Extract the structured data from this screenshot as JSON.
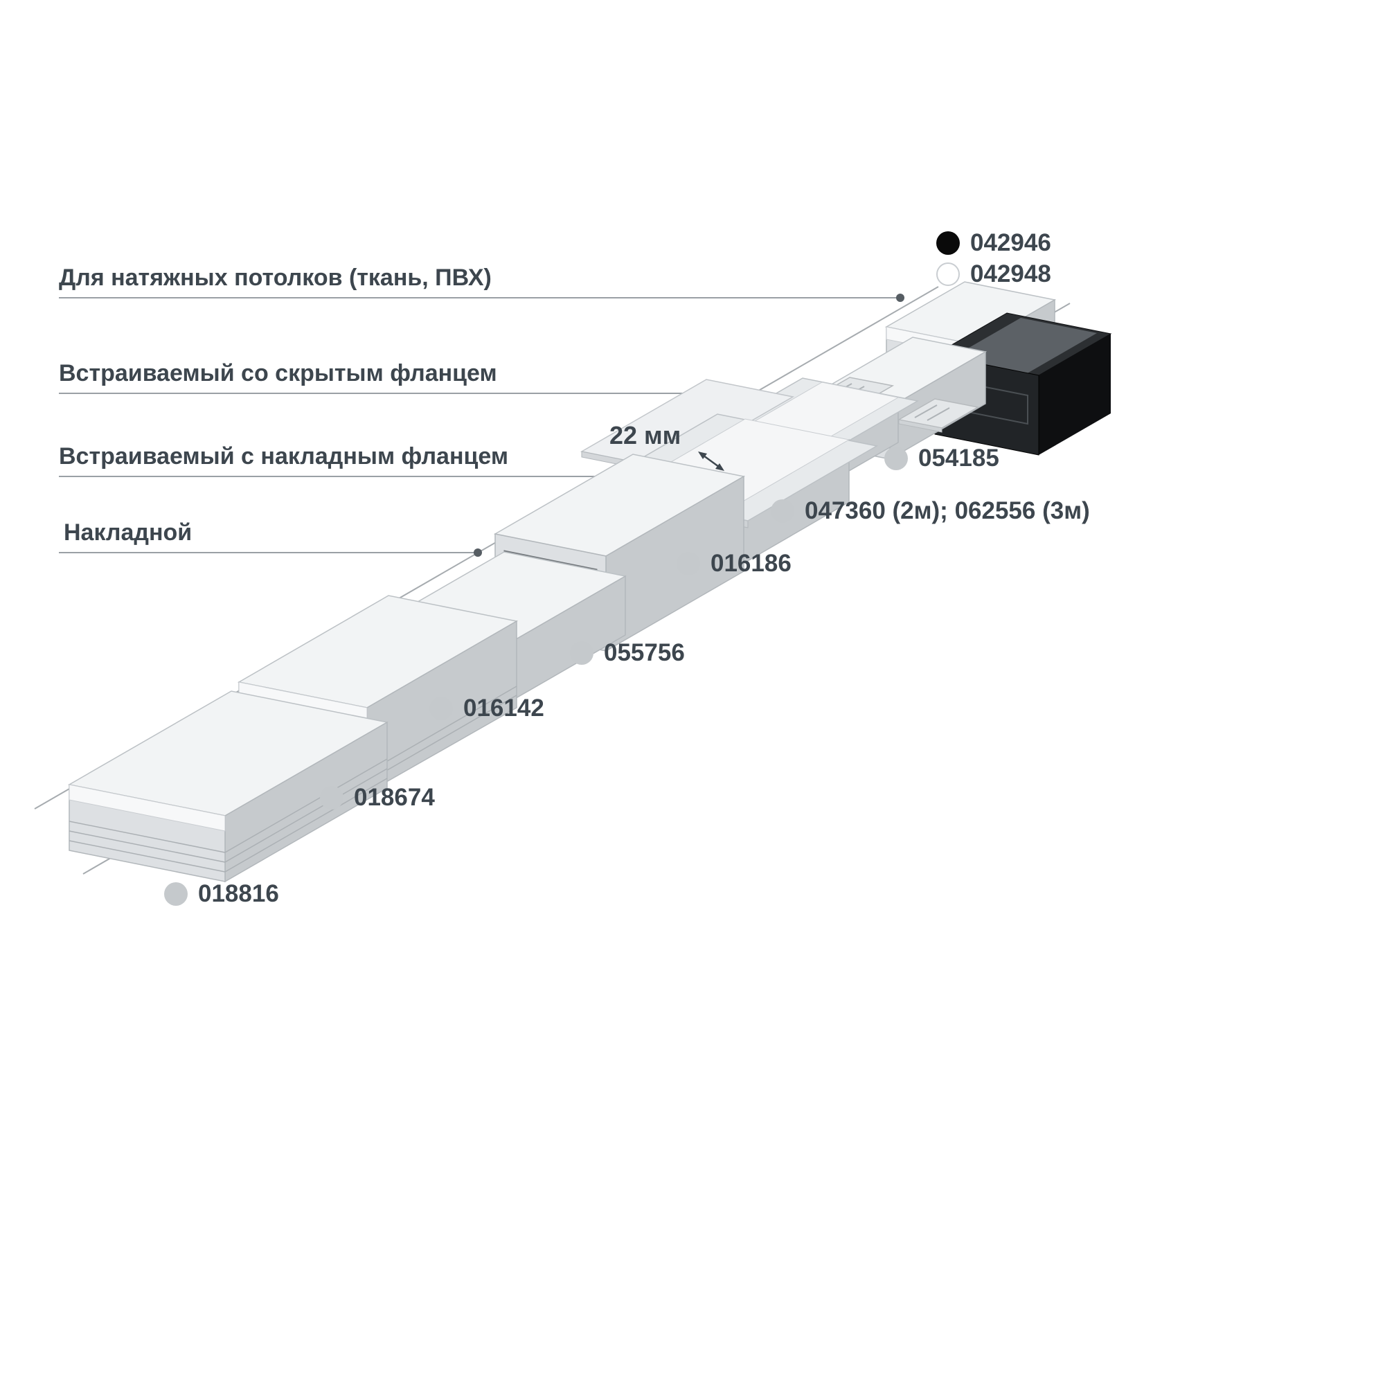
{
  "categories": [
    {
      "label": "Для натяжных потолков (ткань, ПВХ)"
    },
    {
      "label": "Встраиваемый со скрытым фланцем"
    },
    {
      "label": "Встраиваемый с накладным фланцем"
    },
    {
      "label": "Накладной"
    }
  ],
  "products": [
    {
      "code": "042946",
      "dot": "black"
    },
    {
      "code": "042948",
      "dot": "white"
    },
    {
      "code": "054185",
      "dot": "gray"
    },
    {
      "code": "047360 (2м); 062556 (3м)",
      "dot": "gray"
    },
    {
      "code": "016186",
      "dot": "gray"
    },
    {
      "code": "055756",
      "dot": "gray"
    },
    {
      "code": "016142",
      "dot": "gray"
    },
    {
      "code": "018674",
      "dot": "gray"
    },
    {
      "code": "018816",
      "dot": "gray"
    }
  ],
  "dimension": {
    "label": "22 мм"
  },
  "colors": {
    "text": "#3d464e",
    "leader_line": "#9aa0a5",
    "dot_gray": "#c5c9cc",
    "dot_black": "#0a0a0a",
    "profile_light": "#dde0e3",
    "profile_black": "#1a1c1e"
  }
}
